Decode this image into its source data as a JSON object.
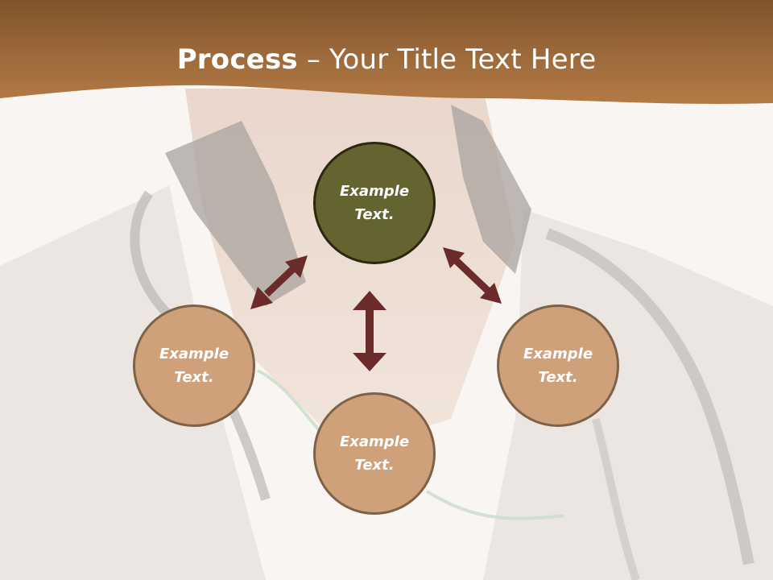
{
  "title": {
    "bold": "Process",
    "rest": " – Your Title Text Here"
  },
  "nodes": {
    "center": {
      "line1": "Example",
      "line2": "Text."
    },
    "left": {
      "line1": "Example",
      "line2": "Text."
    },
    "bottom": {
      "line1": "Example",
      "line2": "Text."
    },
    "right": {
      "line1": "Example",
      "line2": "Text."
    }
  },
  "colors": {
    "banner": "#9c6a3c",
    "center_node": "#656330",
    "outer_node": "#cfa17a",
    "arrow": "#6b2b2b"
  }
}
